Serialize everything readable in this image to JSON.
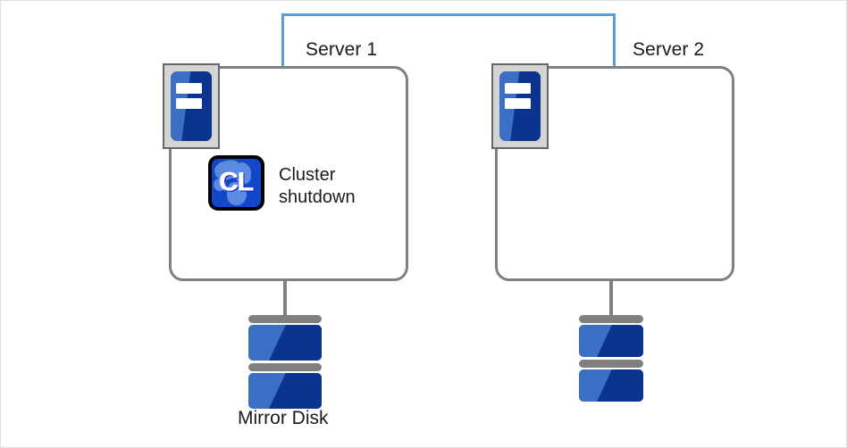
{
  "diagram": {
    "background_color": "#ffffff",
    "border_color": "#e0e0e0",
    "interconnect": {
      "name": "interconnect-link",
      "color": "#5B9BD5"
    },
    "servers": [
      {
        "id": "server1",
        "label": "Server 1",
        "box_color": "#808080",
        "icon": "server-rack-icon",
        "status_icon": {
          "name": "cluster-icon",
          "glyph": "CL",
          "color": "#1346c8"
        },
        "status_label_line1": "Cluster",
        "status_label_line2": "shutdown",
        "disk": {
          "name": "mirror-disk-server1",
          "label": "Mirror Disk",
          "color": "#3b6fc4",
          "shade_color": "#0b3490",
          "bar_color": "#808080"
        }
      },
      {
        "id": "server2",
        "label": "Server 2",
        "box_color": "#808080",
        "icon": "server-rack-icon",
        "disk": {
          "name": "mirror-disk-server2",
          "label": "",
          "color": "#3b6fc4",
          "shade_color": "#0b3490",
          "bar_color": "#808080"
        }
      }
    ]
  }
}
